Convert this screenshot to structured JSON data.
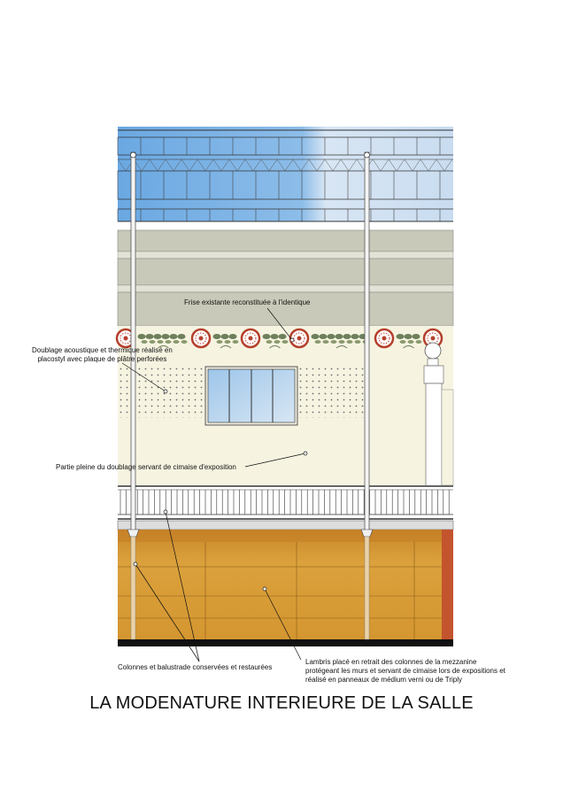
{
  "title": "LA MODENATURE INTERIEURE DE LA SALLE",
  "annotations": {
    "frieze": "Frise existante reconstituée à l'identique",
    "acoustic_lining": "Doublage acoustique et thermique réalisé en\nplacostyl avec plaque de plâtre perforées",
    "solid_part": "Partie pleine du doublage servant de cimaise d'exposition",
    "columns": "Colonnes et balustrade conservées et restaurées",
    "panelling": "Lambris placé en retrait des colonnes de la mezzanine\nprotégeant les murs et servant de cimaise lors de expositions et\nréalisé en panneaux de médium verni ou de Triply"
  },
  "colors": {
    "glass": "#7fb6e6",
    "glass_light": "#d3e3f4",
    "band": "#c9c9b9",
    "wall": "#f6f4e1",
    "frieze_red": "#b5402c",
    "frieze_green": "#6c7f5a",
    "wood": "#d69a33",
    "wood_dark": "#b77a1e"
  }
}
